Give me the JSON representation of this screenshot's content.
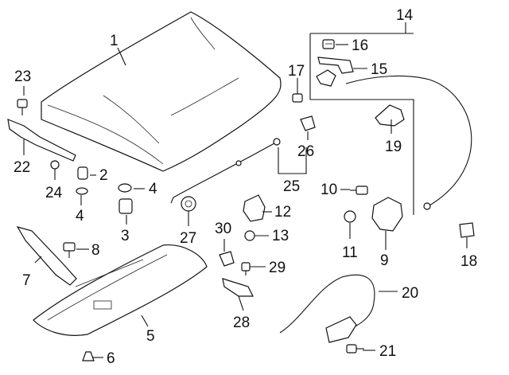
{
  "callouts": [
    {
      "id": "c1",
      "label": "1"
    },
    {
      "id": "c2",
      "label": "2"
    },
    {
      "id": "c3",
      "label": "3"
    },
    {
      "id": "c4a",
      "label": "4"
    },
    {
      "id": "c4b",
      "label": "4"
    },
    {
      "id": "c5",
      "label": "5"
    },
    {
      "id": "c6",
      "label": "6"
    },
    {
      "id": "c7",
      "label": "7"
    },
    {
      "id": "c8",
      "label": "8"
    },
    {
      "id": "c9",
      "label": "9"
    },
    {
      "id": "c10",
      "label": "10"
    },
    {
      "id": "c11",
      "label": "11"
    },
    {
      "id": "c12",
      "label": "12"
    },
    {
      "id": "c13",
      "label": "13"
    },
    {
      "id": "c14",
      "label": "14"
    },
    {
      "id": "c15",
      "label": "15"
    },
    {
      "id": "c16",
      "label": "16"
    },
    {
      "id": "c17",
      "label": "17"
    },
    {
      "id": "c18",
      "label": "18"
    },
    {
      "id": "c19",
      "label": "19"
    },
    {
      "id": "c20",
      "label": "20"
    },
    {
      "id": "c21",
      "label": "21"
    },
    {
      "id": "c22",
      "label": "22"
    },
    {
      "id": "c23",
      "label": "23"
    },
    {
      "id": "c24",
      "label": "24"
    },
    {
      "id": "c25",
      "label": "25"
    },
    {
      "id": "c26",
      "label": "26"
    },
    {
      "id": "c27",
      "label": "27"
    },
    {
      "id": "c28",
      "label": "28"
    },
    {
      "id": "c29",
      "label": "29"
    },
    {
      "id": "c30",
      "label": "30"
    }
  ]
}
